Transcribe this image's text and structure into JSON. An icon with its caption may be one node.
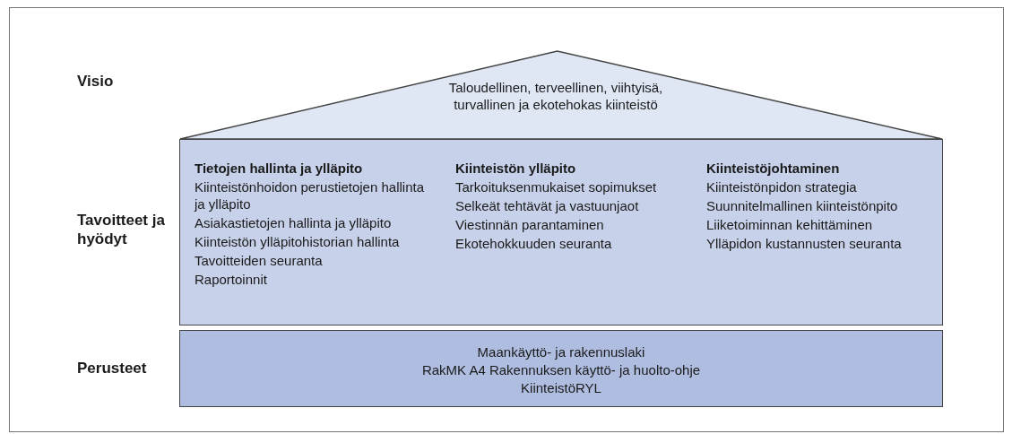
{
  "diagram": {
    "nodes": [
      {
        "text": [
          "Taloudellinen, terveellinen, viihtyisä, turvallinen ja ekotehokas kiinteistö"
        ]
      },
      {
        "text": [
          "Tietojen hallinta ja ylläpito",
          "Kiinteistönhoidon perustietojen hallinta ja ylläpito",
          "Asiakastietojen hallinta ja ylläpito",
          "Kiinteistön ylläpitohistorian hallinta",
          "Tavoitteiden seuranta",
          "Raportoinnit",
          "Kiinteistön ylläpito",
          "Tarkoituksenmukaiset sopimukset",
          "Selkeät tehtävät ja vastuunjaot",
          "Viestinnän parantaminen",
          "Ekotehokkuuden seuranta",
          "Kiinteistöjohtaminen",
          "Kiinteistönpidon strategia",
          "Suunnitelmallinen kiinteistönpito",
          "Liiketoiminnan kehittäminen",
          "Ylläpidon kustannusten seuranta"
        ]
      },
      {
        "text": [
          "Maankäyttö- ja rakennuslaki",
          "RakMK A4 Rakennuksen käyttö- ja huolto-ohje",
          "KiinteistöRYL"
        ]
      }
    ],
    "edges": [],
    "labels": [
      "Visio",
      "Tavoitteet ja hyödyt",
      "Perusteet"
    ]
  }
}
